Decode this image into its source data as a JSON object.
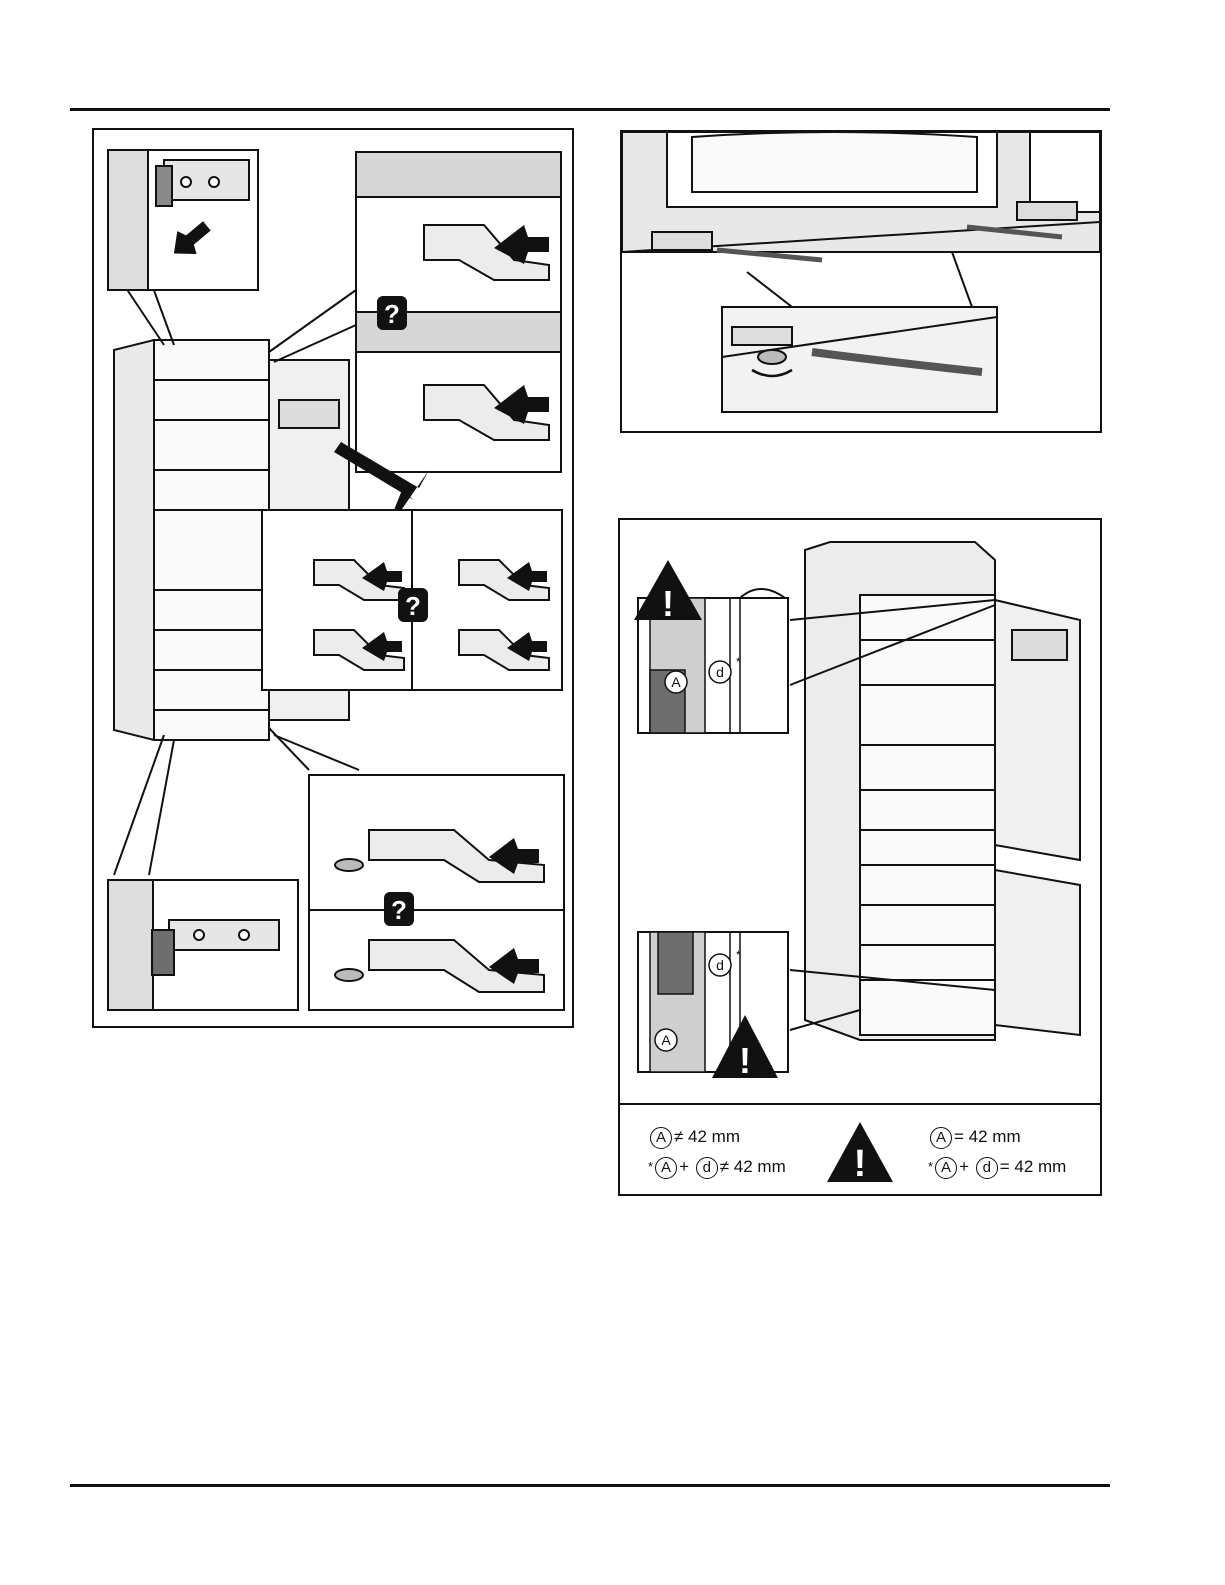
{
  "warning_symbol": "!",
  "question_symbol": "?",
  "dimension_labels": {
    "a": "A",
    "d": "d",
    "star": "*"
  },
  "legend": {
    "left_row1_rel": "≠ 42 mm",
    "left_row2_plus": "+",
    "left_row2_rel": "≠ 42 mm",
    "right_row1_rel": "= 42 mm",
    "right_row2_plus": "+",
    "right_row2_rel": "= 42 mm"
  },
  "colors": {
    "line": "#111111",
    "panel_gray": "#cfcfcf",
    "dark_gray": "#6e6e6e",
    "light_gray": "#e6e6e6"
  }
}
